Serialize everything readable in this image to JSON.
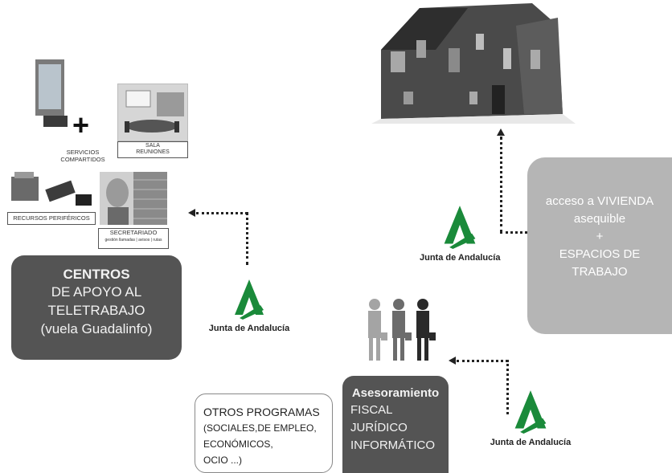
{
  "left": {
    "plus": "+",
    "servicios": "SERVICIOS\nCOMPARTIDOS",
    "sala": "SALA\nREUNIONES",
    "recursos": "RECURSOS PERIFÉRICOS",
    "secretariado": "SECRETARIADO",
    "secretariado_sub": "gestión llamadas | avisos | rutas",
    "centros": {
      "title": "CENTROS",
      "lines": [
        "DE APOYO AL",
        "TELETRABAJO",
        "(vuela Guadalinfo)"
      ]
    }
  },
  "logos": {
    "text": "Junta de Andalucía"
  },
  "right": {
    "vivienda": {
      "lines": [
        "acceso a VIVIENDA",
        "asequible",
        "+",
        "ESPACIOS DE",
        "TRABAJO"
      ]
    }
  },
  "bottom": {
    "otros": {
      "lines": [
        "OTROS PROGRAMAS",
        "(SOCIALES,DE EMPLEO,",
        "ECONÓMICOS,",
        "OCIO ...)"
      ]
    },
    "asesoramiento": {
      "title": "Asesoramiento",
      "lines": [
        "FISCAL",
        "JURÍDICO",
        "INFORMÁTICO"
      ]
    }
  },
  "colors": {
    "dark_box": "#545454",
    "light_box": "#b5b5b5",
    "logo_green": "#1a8a3a"
  }
}
